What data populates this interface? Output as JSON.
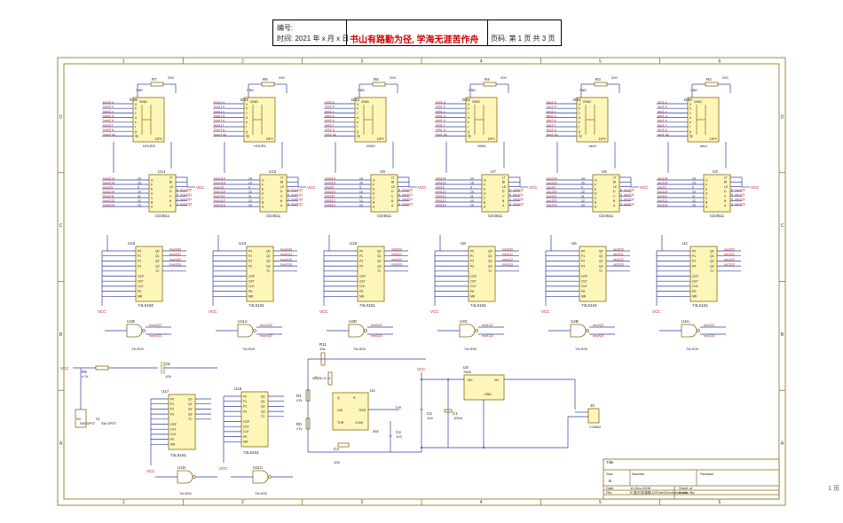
{
  "header": {
    "serial_label": "编号:",
    "time_label": "时间: 2021 年 x 月 x 日",
    "motto": "书山有路勤为径, 学海无涯苦作舟",
    "page_label": "页码: 第 1 页  共 3 页"
  },
  "stray_text": "1 页",
  "frame": {
    "columns": [
      "1",
      "2",
      "3",
      "4",
      "5",
      "6"
    ],
    "rows": [
      "D",
      "C",
      "B",
      "A"
    ]
  },
  "displays": [
    {
      "ref": "DS5",
      "name": "HOUR2",
      "res": "R7",
      "val": "200",
      "prefix": "hour2"
    },
    {
      "ref": "DS4",
      "name": "HOUR1",
      "res": "R6",
      "val": "200",
      "prefix": "hour1"
    },
    {
      "ref": "DS3",
      "name": "MIN2",
      "res": "R5",
      "val": "200",
      "prefix": "min2"
    },
    {
      "ref": "DS2",
      "name": "MIN1",
      "res": "R4",
      "val": "200",
      "prefix": "min1"
    },
    {
      "ref": "DS1",
      "name": "sec2",
      "res": "R3",
      "val": "200",
      "prefix": "sec2"
    },
    {
      "ref": "DS0",
      "name": "sec1",
      "res": "R2",
      "val": "200",
      "prefix": "sec1"
    }
  ],
  "decoders": [
    {
      "ref": "U14",
      "part": "CD4511",
      "in": "hour2Q"
    },
    {
      "ref": "U12",
      "part": "CD4511",
      "in": "hour1Q"
    },
    {
      "ref": "U9",
      "part": "CD4511",
      "in": "min2Q"
    },
    {
      "ref": "U7",
      "part": "CD4511",
      "in": "min1Q"
    },
    {
      "ref": "U5",
      "part": "CD4511",
      "in": "sec2Q"
    },
    {
      "ref": "U3",
      "part": "CD4511",
      "in": "sec1Q"
    }
  ],
  "counters": [
    {
      "ref": "U15",
      "part": "74LS160"
    },
    {
      "ref": "U13",
      "part": "74LS161"
    },
    {
      "ref": "U10",
      "part": "74LS161"
    },
    {
      "ref": "U8",
      "part": "74LS161"
    },
    {
      "ref": "U6",
      "part": "74LS161"
    },
    {
      "ref": "U2",
      "part": "74LS161"
    }
  ],
  "gates": [
    {
      "ref": "U1B",
      "part": "74LS00"
    },
    {
      "ref": "U11A",
      "part": "74LS00"
    },
    {
      "ref": "U4D",
      "part": "74LS00"
    },
    {
      "ref": "U4C",
      "part": "74LS00"
    },
    {
      "ref": "U4B",
      "part": "74LS00"
    },
    {
      "ref": "U4A",
      "part": "74LS00"
    }
  ],
  "bottom": {
    "u17": {
      "ref": "U17",
      "part": "74LS161"
    },
    "u16": {
      "ref": "U16",
      "part": "74LS161"
    },
    "u1d": {
      "ref": "U1D",
      "part": "74LS00"
    },
    "u11c": {
      "ref": "U11C",
      "part": "74LS00"
    },
    "r8": {
      "ref": "R8",
      "val": "4.7k"
    },
    "c5": {
      "ref": "C5",
      "val": "105"
    },
    "sw": {
      "ref": "S1",
      "name": "SW-SPST",
      "ref2": "S0",
      "name2": "SW-SPST"
    },
    "r11": {
      "ref": "R11",
      "val": "10k"
    },
    "pot": "2的RK-5.11",
    "r1": {
      "ref": "R1",
      "val": "47k"
    },
    "r0": {
      "ref": "R0",
      "val": "47k"
    },
    "u1": {
      "ref": "U1",
      "part": "555"
    },
    "c3": {
      "ref": "C3",
      "val": "108"
    },
    "c4": {
      "ref": "C4",
      "val": "103"
    },
    "c2": {
      "ref": "C2",
      "val": "104"
    },
    "c1": {
      "ref": "C1",
      "val": "100uf"
    },
    "u0": {
      "ref": "U0",
      "part": "7805"
    },
    "j": {
      "ref": "J0",
      "name": "CONN2"
    },
    "vcc": "VCC",
    "gnd": "GND"
  },
  "title_block": {
    "title": "Title",
    "size_label": "Size",
    "size": "B",
    "number_label": "Number",
    "revision_label": "Revision",
    "date_label": "Date",
    "date": "11-Dec-2008",
    "sheet_label": "Sheet  of",
    "file_label": "File",
    "file": "E:\\数字钟\\课程\\12\\Protel\\Clock\\clock.ddb",
    "drawn_label": "Drawn By:"
  }
}
